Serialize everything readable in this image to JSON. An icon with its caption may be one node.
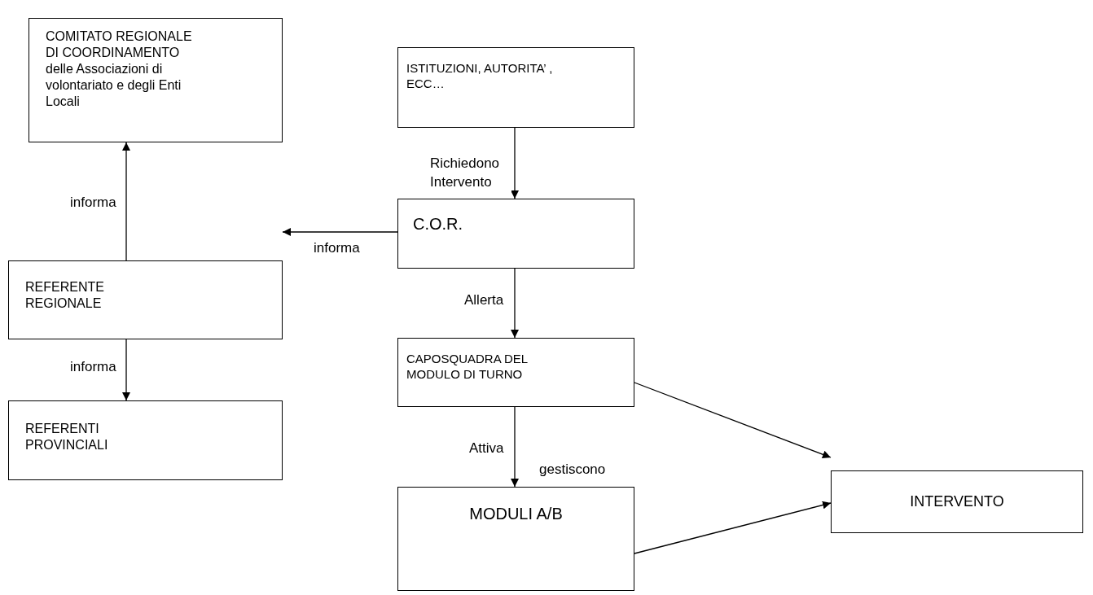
{
  "diagram": {
    "nodes": [
      {
        "text": [
          "COMITATO REGIONALE DI COORDINAMENTO delle Associazioni di volontariato e degli Enti Locali"
        ]
      },
      {
        "text": [
          "ISTITUZIONI, AUTORITA’ , ECC…"
        ]
      },
      {
        "text": [
          "C.O.R."
        ]
      },
      {
        "text": [
          "REFERENTE REGIONALE"
        ]
      },
      {
        "text": [
          "CAPOSQUADRA DEL MODULO DI TURNO"
        ]
      },
      {
        "text": [
          "REFERENTI PROVINCIALI"
        ]
      },
      {
        "text": [
          "INTERVENTO"
        ]
      },
      {
        "text": [
          "MODULI A/B"
        ]
      }
    ],
    "edges": [
      {
        "from": 1,
        "to": 2,
        "arrow": "to",
        "label": "Richiedono Intervento"
      },
      {
        "from": 2,
        "to": 3,
        "arrow": "to",
        "label": "informa"
      },
      {
        "from": 3,
        "to": 0,
        "arrow": "to",
        "label": "informa"
      },
      {
        "from": 3,
        "to": 5,
        "arrow": "to",
        "label": "informa"
      },
      {
        "from": 2,
        "to": 4,
        "arrow": "to",
        "label": "Allerta"
      },
      {
        "from": 4,
        "to": 7,
        "arrow": "to",
        "label": "Attiva"
      },
      {
        "from": 4,
        "to": 6,
        "arrow": "to"
      },
      {
        "from": 7,
        "to": 6,
        "arrow": "to"
      }
    ],
    "labels": [
      "gestiscono"
    ]
  }
}
